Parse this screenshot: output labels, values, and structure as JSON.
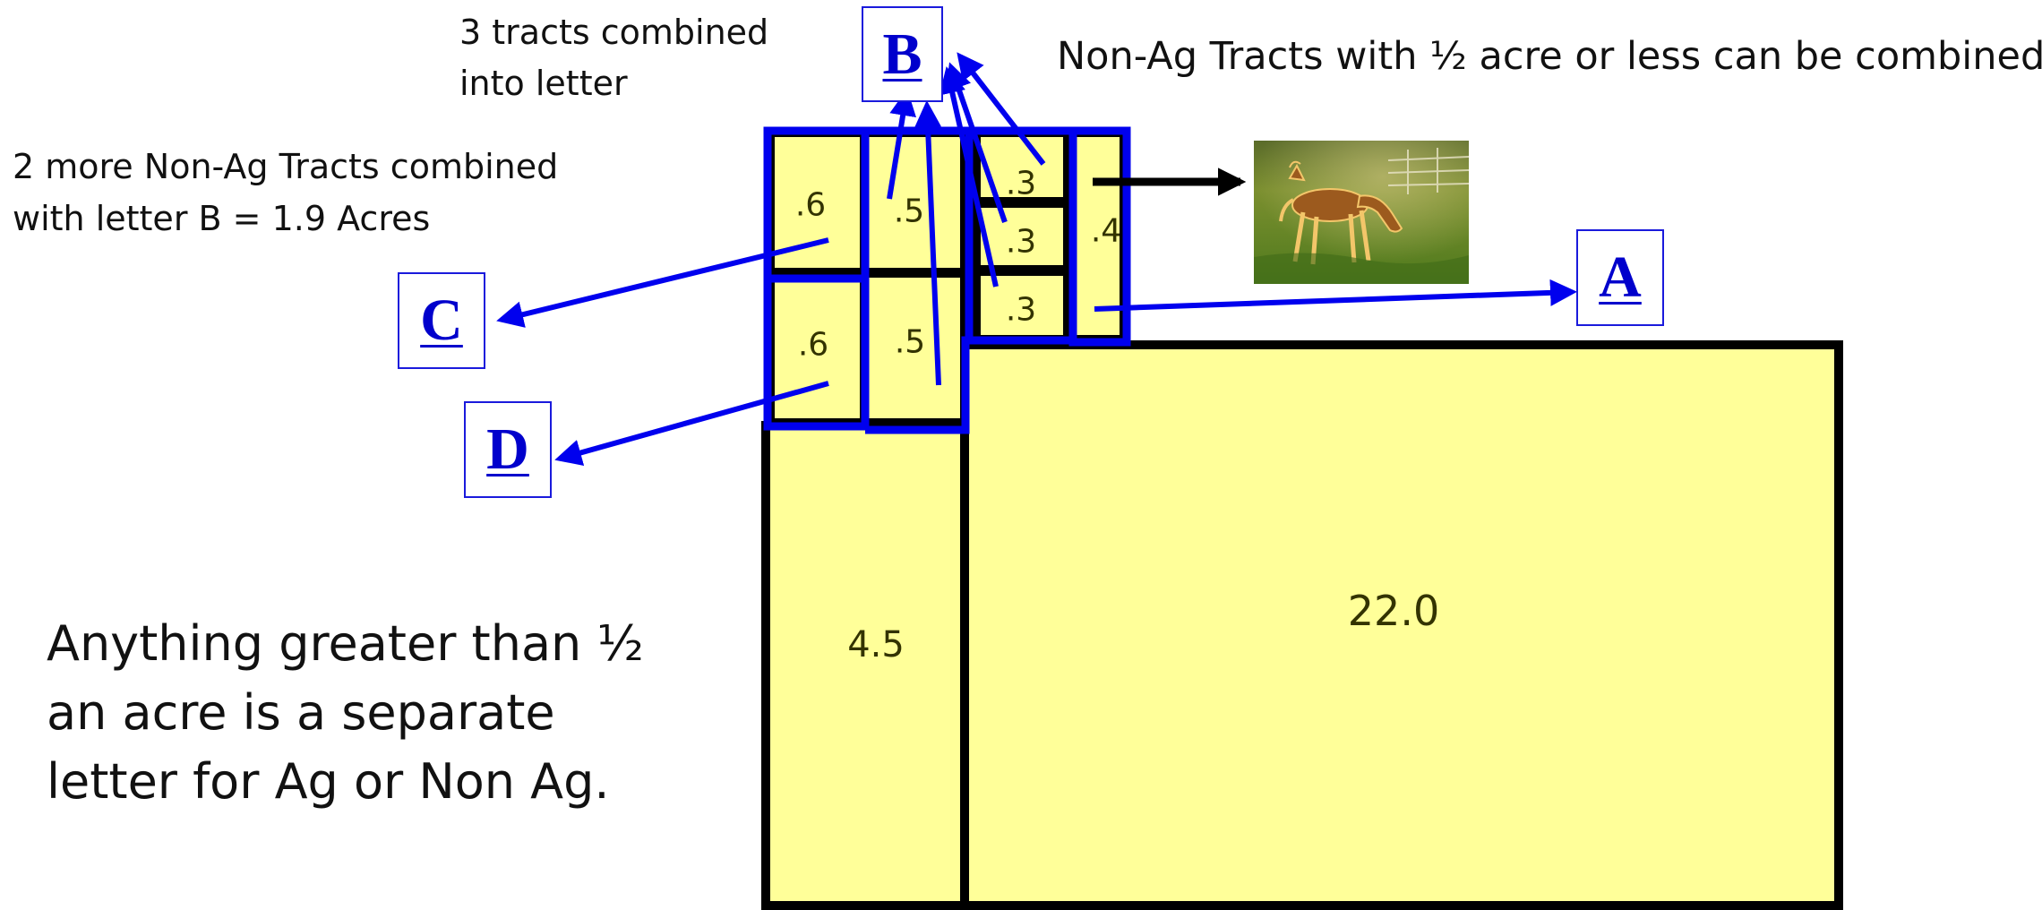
{
  "notes": {
    "tracts_combined": "3 tracts combined\ninto letter",
    "non_ag_half_acre": "Non-Ag Tracts with ½ acre or less can be combined",
    "two_more": "2 more Non-Ag Tracts combined\nwith letter B = 1.9 Acres",
    "anything_greater": "Anything greater than ½\nan acre is a separate\nletter for Ag or Non Ag."
  },
  "letters": {
    "a": "A",
    "b": "B",
    "c": "C",
    "d": "D"
  },
  "tracts": {
    "t1": ".6",
    "t2": ".5",
    "t3": ".3",
    "t4": ".3",
    "t5": ".3",
    "t6": ".4",
    "t7": ".6",
    "t8": ".5",
    "t9": "4.5",
    "t10": "22.0"
  },
  "colors": {
    "tract_fill": "#ffff99",
    "outline": "#000000",
    "blue": "#0000ee",
    "label_text": "#333300"
  },
  "icons": {
    "horse_photo": "horse-grazing-image"
  }
}
